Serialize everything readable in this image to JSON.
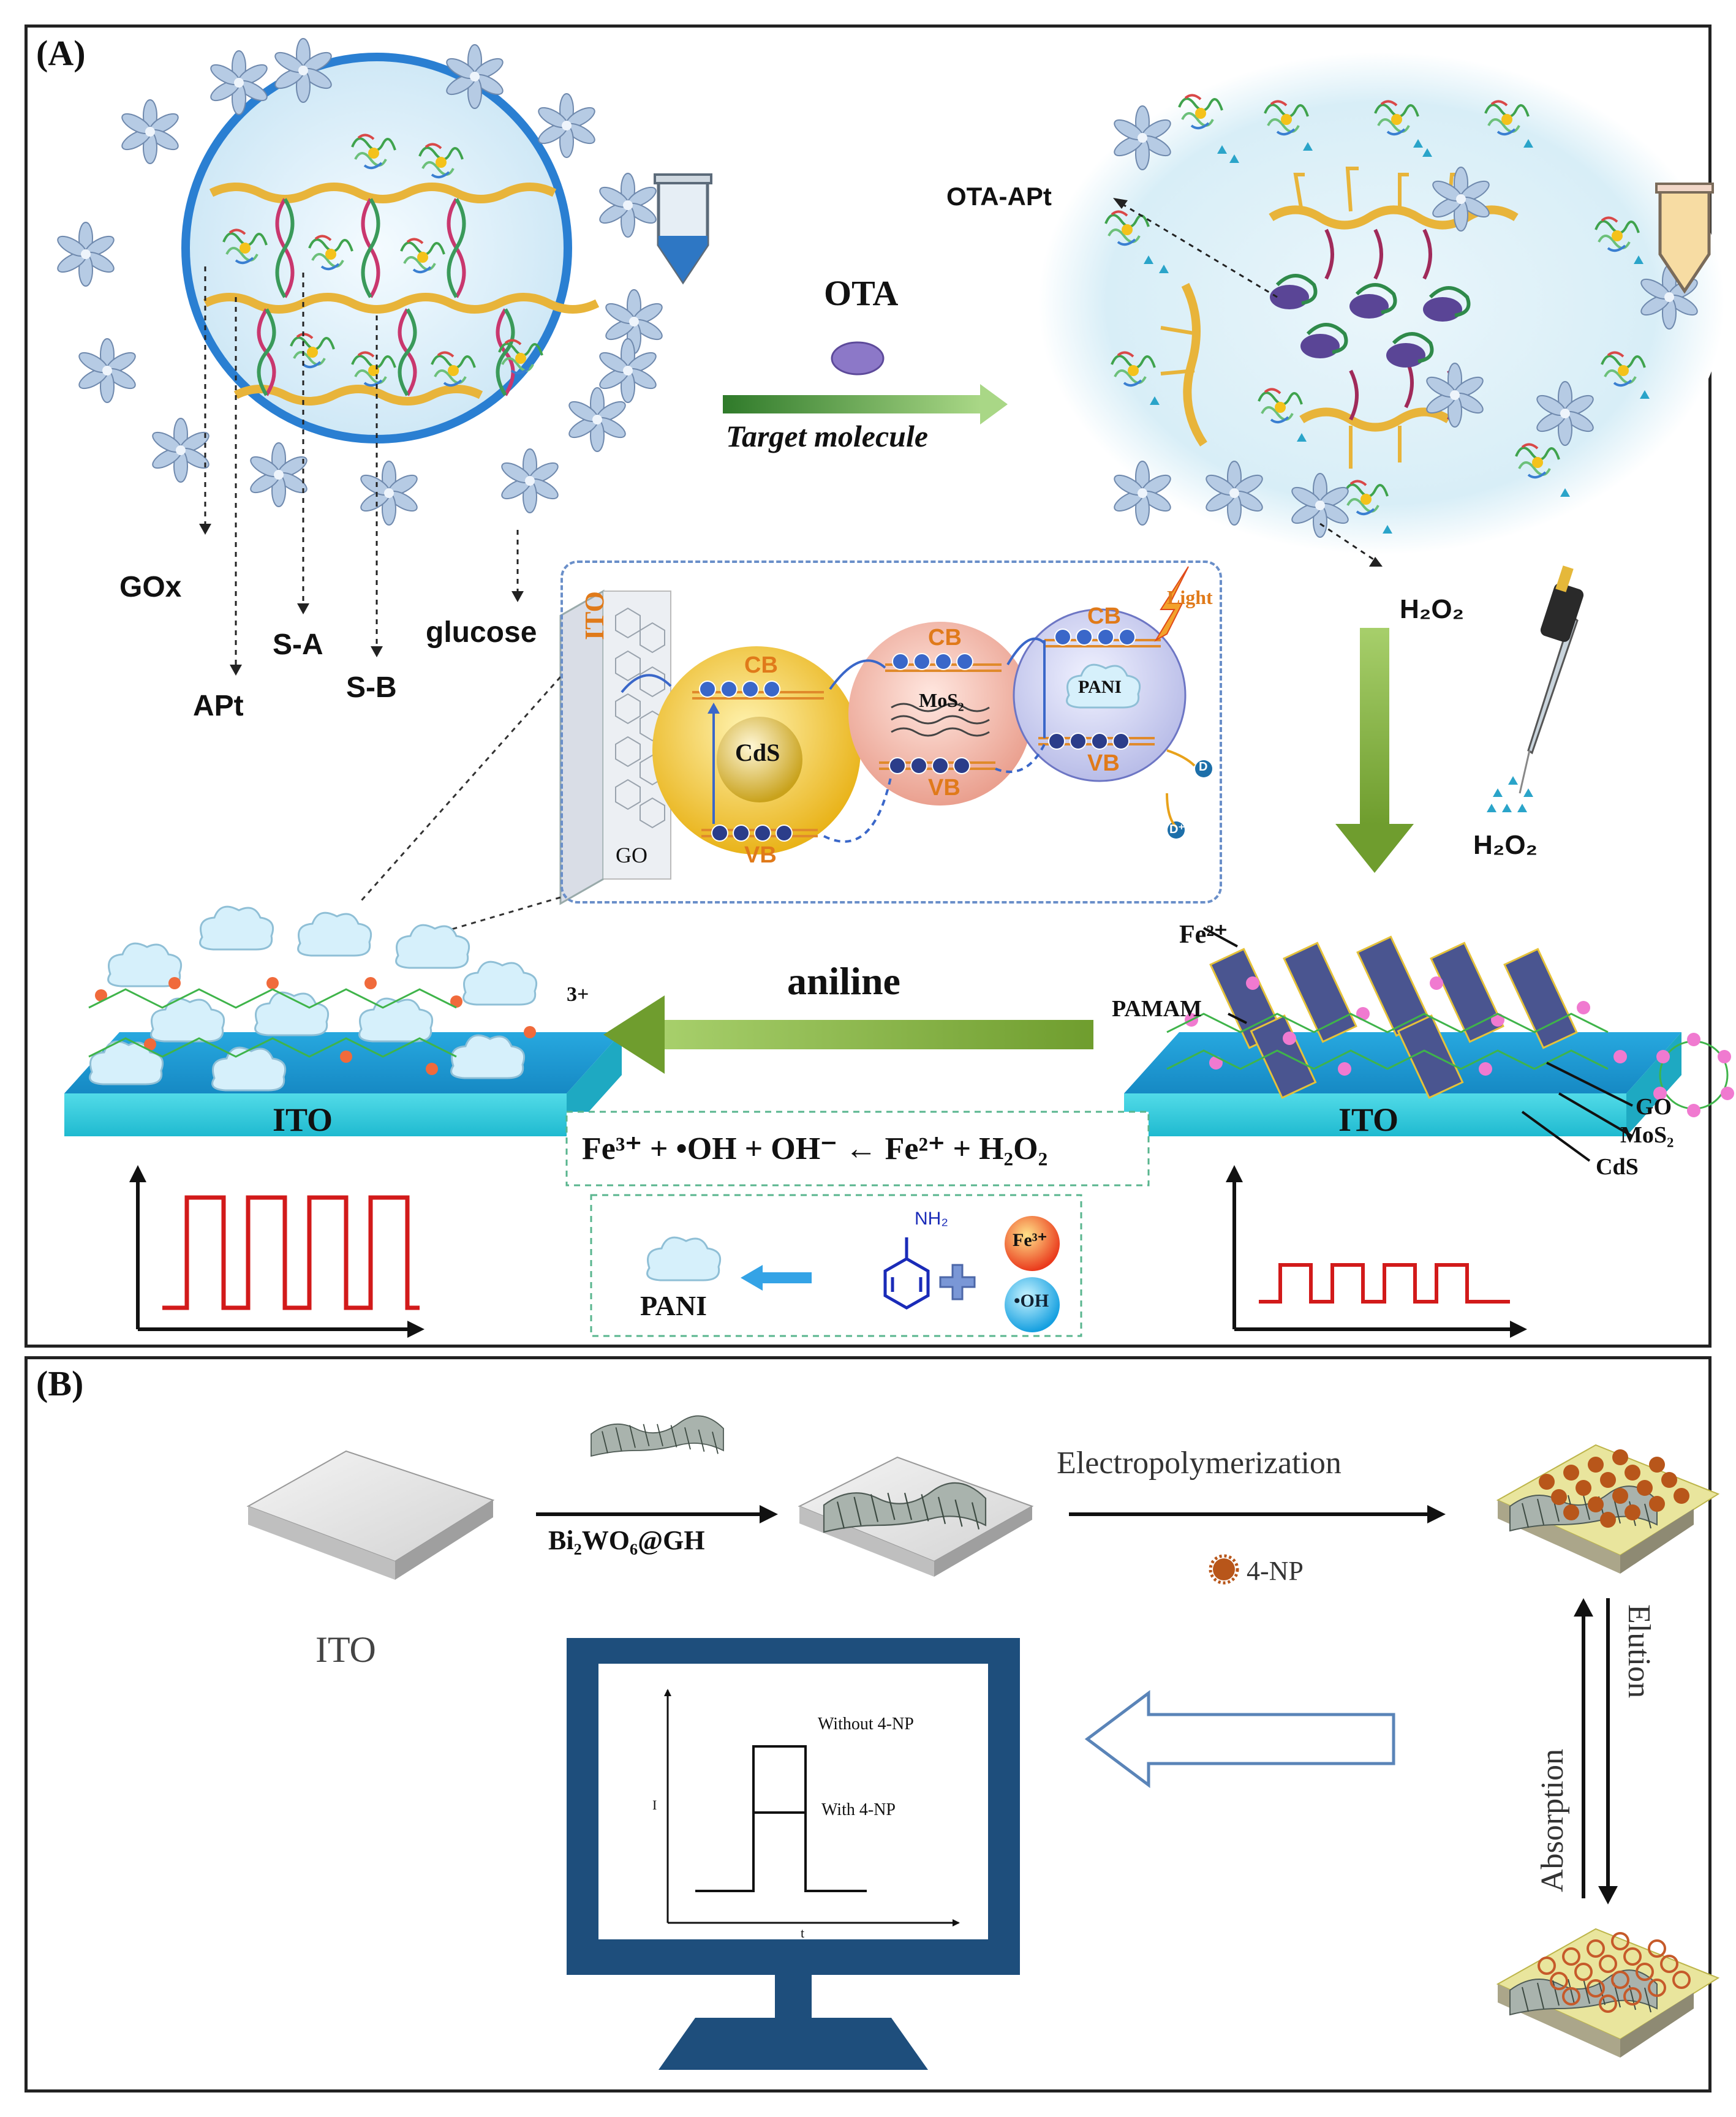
{
  "panelA": {
    "label": "(A)",
    "legend": {
      "gox": "GOx",
      "apt": "APt",
      "sa": "S-A",
      "sb": "S-B",
      "glucose": "glucose"
    },
    "ota": "OTA",
    "target": "Target molecule",
    "ota_apt": "OTA-APt",
    "h2o2_top": "H₂O₂",
    "h2o2_drop": "H₂O₂",
    "inset": {
      "ito": "ITO",
      "go": "GO",
      "cds": "CdS",
      "mos2": "MoS₂",
      "pani": "PANI",
      "cb": "CB",
      "vb": "VB",
      "light": "Light",
      "d": "D",
      "dplus": "D⁺"
    },
    "aniline": "aniline",
    "electrode_left": "ITO",
    "electrode_right": "ITO",
    "right_labels": {
      "fe2": "Fe²⁺",
      "pamam": "PAMAM",
      "go": "GO",
      "mos2": "MoS₂",
      "cds": "CdS"
    },
    "left_fe3": "3+",
    "reaction": "Fe³⁺ + •OH + OH⁻ ← Fe²⁺ + H₂O₂",
    "pani_label": "PANI",
    "nh2": "NH₂",
    "fe3_ball": "Fe³⁺",
    "oh_ball": "•OH",
    "colors": {
      "ito_top": "#2bb6e6",
      "arrow_green": "#6f9d2e",
      "signal_red": "#d21a1a"
    }
  },
  "panelB": {
    "label": "(B)",
    "ito": "ITO",
    "bi2wo6": "Bi₂WO₆@GH",
    "electropoly": "Electropolymerization",
    "np": "4-NP",
    "absorption": "Absorption",
    "elution": "Elution",
    "plot": {
      "without": "Without 4-NP",
      "with": "With 4-NP",
      "ylabel": "I",
      "xlabel": "t"
    },
    "colors": {
      "monitor": "#1e4e7c"
    }
  }
}
